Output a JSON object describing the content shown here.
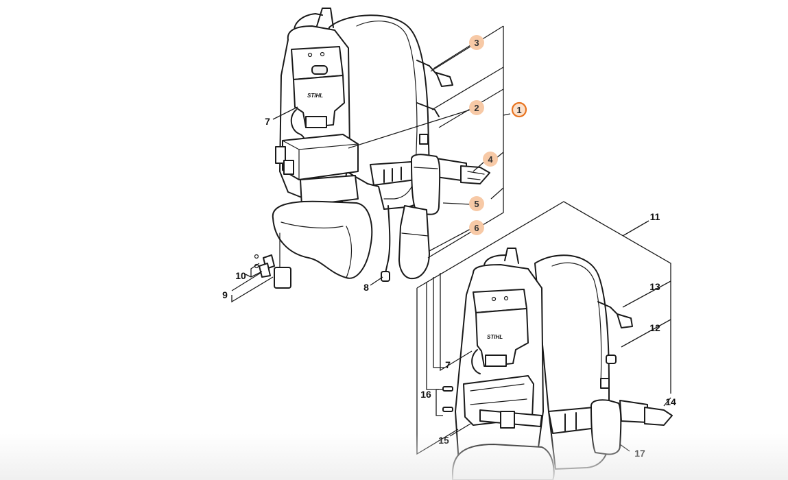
{
  "brand_label": "STIHL",
  "colors": {
    "line": "#1a1a1a",
    "highlight_fill": "#f7c9a6",
    "selected_ring": "#e8731f",
    "selected_fill": "#fbe1cc",
    "background": "#ffffff"
  },
  "callouts": {
    "c1": "1",
    "c2": "2",
    "c3": "3",
    "c4": "4",
    "c5": "5",
    "c6": "6",
    "c7a": "7",
    "c7b": "7",
    "c8": "8",
    "c9": "9",
    "c10": "10",
    "c11": "11",
    "c12": "12",
    "c13": "13",
    "c14": "14",
    "c15": "15",
    "c16": "16",
    "c17": "17"
  }
}
